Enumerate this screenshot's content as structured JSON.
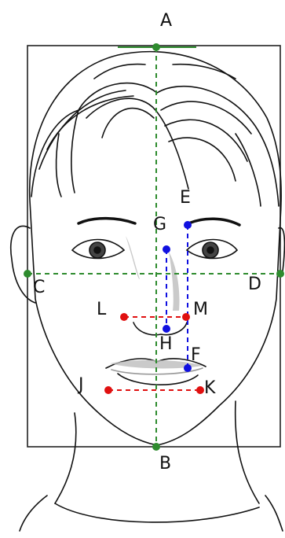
{
  "figure": {
    "labels": {
      "A": "A",
      "B": "B",
      "C": "C",
      "D": "D",
      "E": "E",
      "F": "F",
      "G": "G",
      "H": "H",
      "J": "J",
      "K": "K",
      "L": "L",
      "M": "M"
    },
    "colors": {
      "green": "#2e8b2e",
      "blue": "#1010e0",
      "red": "#e01010",
      "ink": "#111111",
      "frame": "#222222",
      "shade": "#bdbdbd"
    }
  }
}
